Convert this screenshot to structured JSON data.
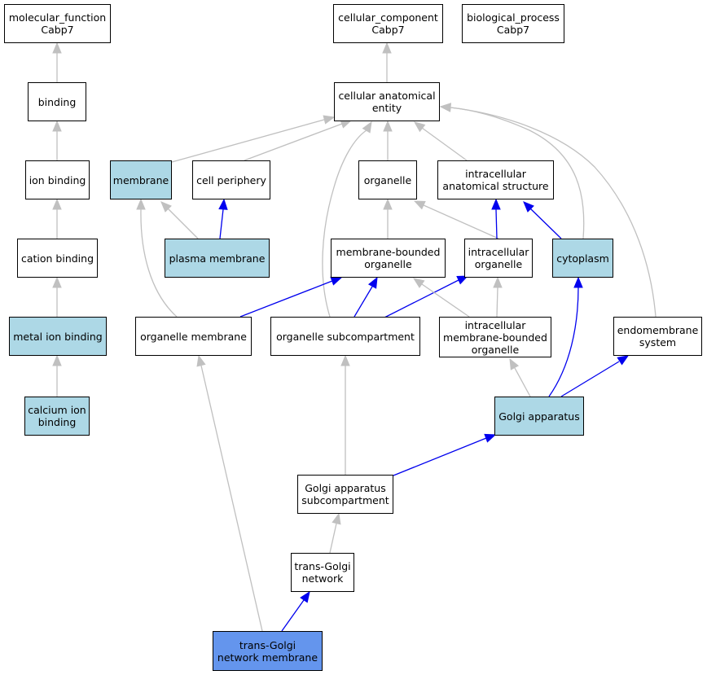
{
  "colors": {
    "node_default": "#ffffff",
    "node_annotated": "#add8e6",
    "node_focus": "#6495ed",
    "edge_gray": "#c0c0c0",
    "edge_blue": "#0000ee"
  },
  "nodes": {
    "mf": "molecular_function\nCabp7",
    "cc": "cellular_component\nCabp7",
    "bp": "biological_process\nCabp7",
    "binding": "binding",
    "cae": "cellular anatomical\nentity",
    "ionb": "ion binding",
    "membrane": "membrane",
    "cellper": "cell periphery",
    "organelle": "organelle",
    "ias": "intracellular\nanatomical structure",
    "cationb": "cation binding",
    "pm": "plasma membrane",
    "mbo": "membrane-bounded\norganelle",
    "io": "intracellular\norganelle",
    "cyto": "cytoplasm",
    "metalb": "metal ion binding",
    "orgmem": "organelle membrane",
    "orgsub": "organelle subcompartment",
    "imbo": "intracellular\nmembrane-bounded\norganelle",
    "endo": "endomembrane\nsystem",
    "calb": "calcium ion\nbinding",
    "golgi": "Golgi apparatus",
    "gas": "Golgi apparatus\nsubcompartment",
    "tgn": "trans-Golgi\nnetwork",
    "tgnm": "trans-Golgi\nnetwork membrane"
  }
}
